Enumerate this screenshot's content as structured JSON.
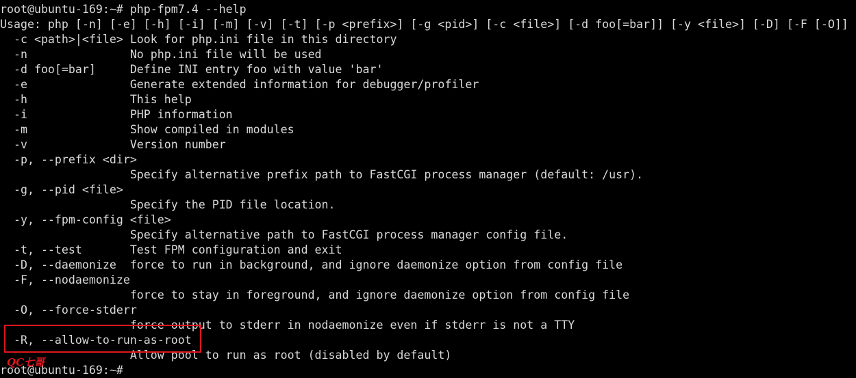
{
  "terminal": {
    "lines": [
      "root@ubuntu-169:~# php-fpm7.4 --help",
      "Usage: php [-n] [-e] [-h] [-i] [-m] [-v] [-t] [-p <prefix>] [-g <pid>] [-c <file>] [-d foo[=bar]] [-y <file>] [-D] [-F [-O]]",
      "  -c <path>|<file> Look for php.ini file in this directory",
      "  -n               No php.ini file will be used",
      "  -d foo[=bar]     Define INI entry foo with value 'bar'",
      "  -e               Generate extended information for debugger/profiler",
      "  -h               This help",
      "  -i               PHP information",
      "  -m               Show compiled in modules",
      "  -v               Version number",
      "  -p, --prefix <dir>",
      "                   Specify alternative prefix path to FastCGI process manager (default: /usr).",
      "  -g, --pid <file>",
      "                   Specify the PID file location.",
      "  -y, --fpm-config <file>",
      "                   Specify alternative path to FastCGI process manager config file.",
      "  -t, --test       Test FPM configuration and exit",
      "  -D, --daemonize  force to run in background, and ignore daemonize option from config file",
      "  -F, --nodaemonize",
      "                   force to stay in foreground, and ignore daemonize option from config file",
      "  -O, --force-stderr",
      "                   force output to stderr in nodaemonize even if stderr is not a TTY",
      "  -R, --allow-to-run-as-root",
      "                   Allow pool to run as root (disabled by default)",
      "root@ubuntu-169:~# "
    ]
  },
  "watermark": {
    "text": "QC七哥"
  },
  "colors": {
    "background": "#000000",
    "text": "#d9d9d9",
    "highlight": "#e0161f"
  }
}
